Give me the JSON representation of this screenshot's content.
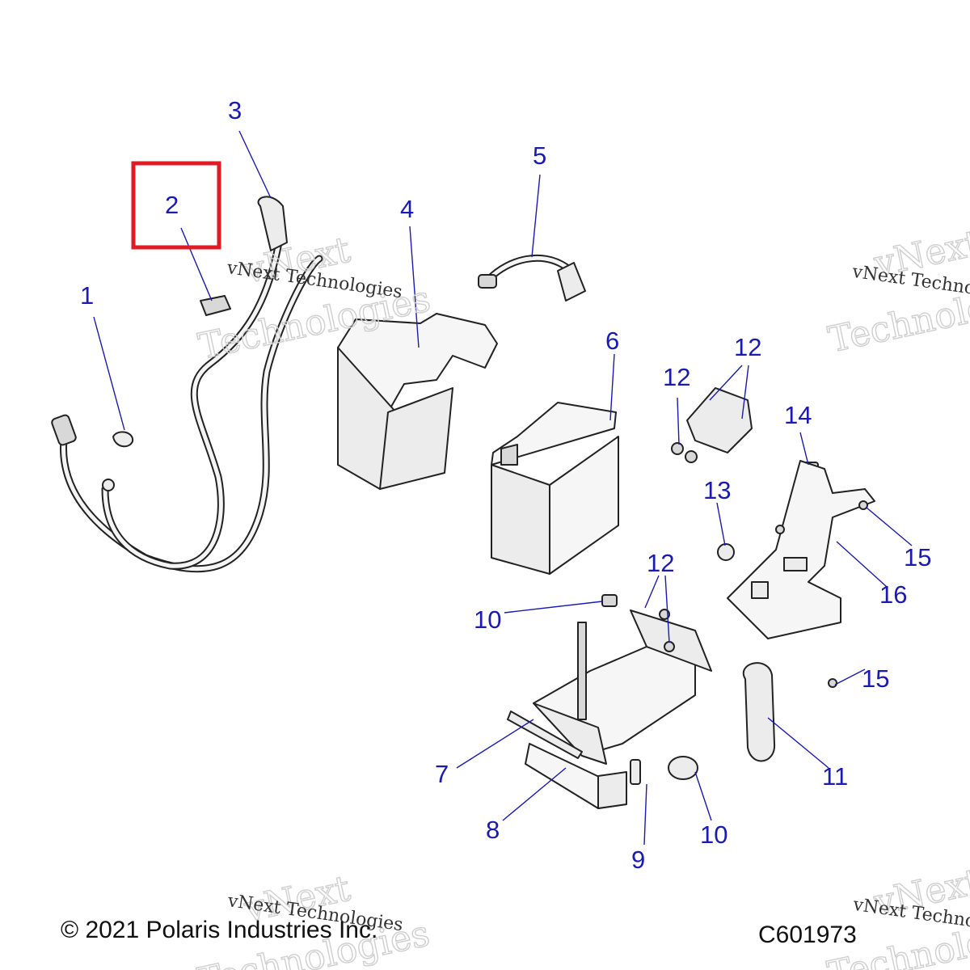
{
  "diagram": {
    "callouts": [
      {
        "id": "c1",
        "label": "1"
      },
      {
        "id": "c2",
        "label": "2"
      },
      {
        "id": "c3",
        "label": "3"
      },
      {
        "id": "c4",
        "label": "4"
      },
      {
        "id": "c5",
        "label": "5"
      },
      {
        "id": "c6",
        "label": "6"
      },
      {
        "id": "c7",
        "label": "7"
      },
      {
        "id": "c8",
        "label": "8"
      },
      {
        "id": "c9",
        "label": "9"
      },
      {
        "id": "c10a",
        "label": "10"
      },
      {
        "id": "c10b",
        "label": "10"
      },
      {
        "id": "c11",
        "label": "11"
      },
      {
        "id": "c12a",
        "label": "12"
      },
      {
        "id": "c12b",
        "label": "12"
      },
      {
        "id": "c12c",
        "label": "12"
      },
      {
        "id": "c13",
        "label": "13"
      },
      {
        "id": "c14",
        "label": "14"
      },
      {
        "id": "c15a",
        "label": "15"
      },
      {
        "id": "c15b",
        "label": "15"
      },
      {
        "id": "c16",
        "label": "16"
      }
    ],
    "highlighted_callout": "2",
    "highlight_color": "#e01b24",
    "callout_color": "#1a1ab4"
  },
  "watermark": {
    "line1": "vNext",
    "line2": "Technologies",
    "small": "vNext Technologies"
  },
  "footer": {
    "copyright": "© 2021 Polaris Industries Inc.",
    "code": "C601973"
  }
}
